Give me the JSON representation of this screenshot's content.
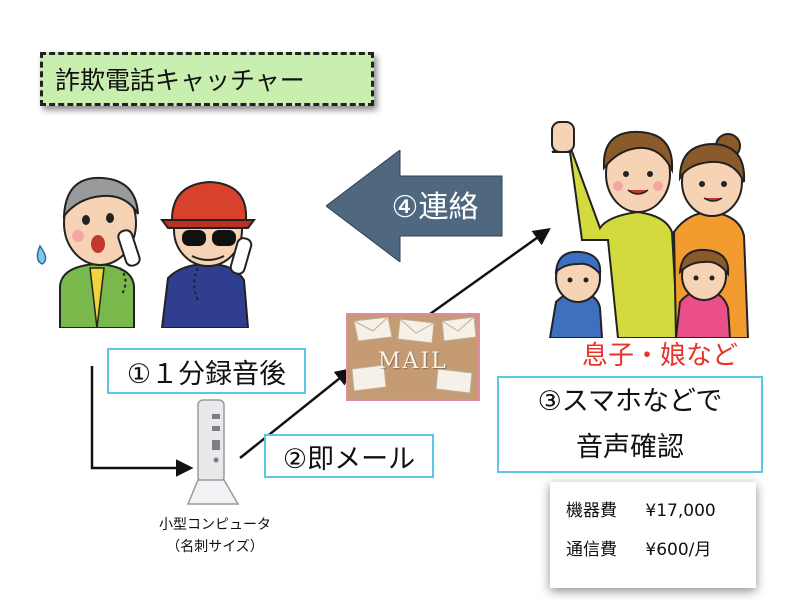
{
  "title": "詐欺電話キャッチャー",
  "step1": "①１分録音後",
  "step2": "②即メール",
  "step3_line1": "③スマホなどで",
  "step3_line2": "音声確認",
  "step4": "④連絡",
  "family_label": "息子・娘など",
  "computer_label_line1": "小型コンピュータ",
  "computer_label_line2": "（名刺サイズ）",
  "mail_text": "MAIL",
  "costs": [
    {
      "label": "機器費",
      "value": "¥17,000"
    },
    {
      "label": "通信費",
      "value": "¥600/月"
    }
  ],
  "colors": {
    "title_bg": "#c9efb0",
    "label_border": "#5bc6e6",
    "arrow_fill": "#4f6880",
    "family_label": "#e8332a",
    "mail_border": "#e389a3"
  }
}
